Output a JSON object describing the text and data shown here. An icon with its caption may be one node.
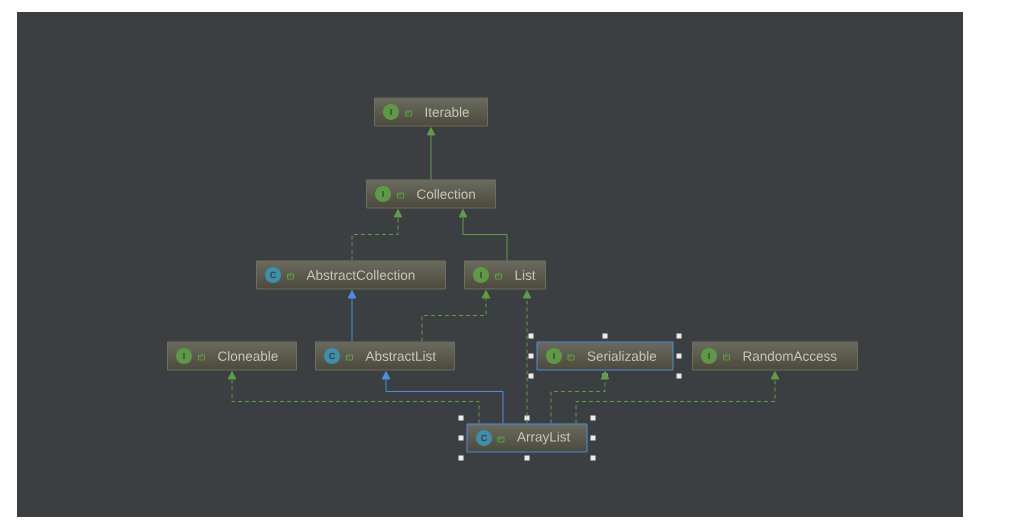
{
  "diagram": {
    "nodes": [
      {
        "text": [
          "I",
          "Iterable"
        ]
      },
      {
        "text": [
          "I",
          "Collection"
        ]
      },
      {
        "text": [
          "C",
          "AbstractCollection"
        ]
      },
      {
        "text": [
          "I",
          "List"
        ]
      },
      {
        "text": [
          "I",
          "Cloneable"
        ]
      },
      {
        "text": [
          "C",
          "AbstractList"
        ]
      },
      {
        "text": [
          "I",
          "Serializable"
        ]
      },
      {
        "text": [
          "I",
          "RandomAccess"
        ]
      },
      {
        "text": [
          "C",
          "ArrayList"
        ]
      }
    ],
    "edges": [
      {
        "from": 1,
        "to": 0,
        "arrow": "to"
      },
      {
        "from": 2,
        "to": 1,
        "arrow": "to",
        "style": "dashed"
      },
      {
        "from": 3,
        "to": 1,
        "arrow": "to"
      },
      {
        "from": 5,
        "to": 2,
        "arrow": "to",
        "color": "#4a8fe0"
      },
      {
        "from": 5,
        "to": 3,
        "arrow": "to",
        "style": "dashed"
      },
      {
        "from": 8,
        "to": 4,
        "arrow": "to",
        "style": "dashed"
      },
      {
        "from": 8,
        "to": 5,
        "arrow": "to",
        "color": "#4a8fe0"
      },
      {
        "from": 8,
        "to": 3,
        "arrow": "to",
        "style": "dashed"
      },
      {
        "from": 8,
        "to": 6,
        "arrow": "to",
        "style": "dashed"
      },
      {
        "from": 8,
        "to": 7,
        "arrow": "to",
        "style": "dashed"
      }
    ]
  }
}
